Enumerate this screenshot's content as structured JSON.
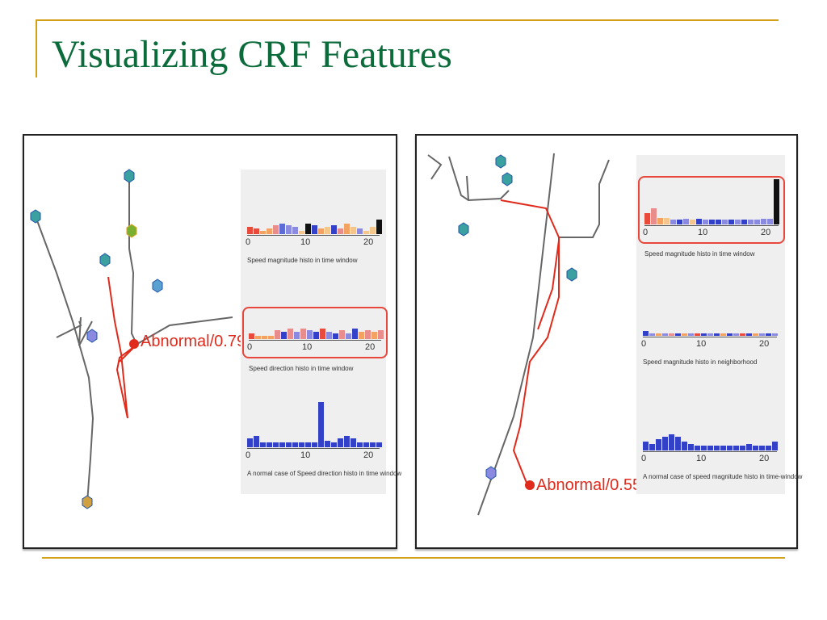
{
  "title": "Visualizing CRF Features",
  "left_panel": {
    "label": "Abnormal/0.79",
    "histograms": [
      {
        "caption": "Speed magnitude histo in time window",
        "ticks": [
          "0",
          "10",
          "20"
        ],
        "highlighted": false,
        "values": [
          0.4,
          0.3,
          0.2,
          0.3,
          0.5,
          0.6,
          0.5,
          0.4,
          0.2,
          0.6,
          0.5,
          0.3,
          0.4,
          0.5,
          0.3,
          0.6,
          0.4,
          0.3,
          0.2,
          0.4,
          0.8
        ],
        "colors": [
          "#e84b3c",
          "#e84b3c",
          "#f4a261",
          "#f4a261",
          "#e88c8c",
          "#5b6cd6",
          "#8a8ae0",
          "#8a8ae0",
          "#f4c68c",
          "#111",
          "#3341c9",
          "#f4a261",
          "#f4c68c",
          "#3341c9",
          "#e88c8c",
          "#f4a261",
          "#f4c68c",
          "#8a8ae0",
          "#f4c68c",
          "#f4c68c",
          "#111"
        ]
      },
      {
        "caption": "Speed direction histo in time window",
        "ticks": [
          "0",
          "10",
          "20"
        ],
        "highlighted": true,
        "values": [
          0.3,
          0.2,
          0.2,
          0.2,
          0.5,
          0.4,
          0.6,
          0.4,
          0.6,
          0.5,
          0.4,
          0.6,
          0.4,
          0.3,
          0.5,
          0.3,
          0.6,
          0.4,
          0.5,
          0.4,
          0.5
        ],
        "colors": [
          "#e84b3c",
          "#f4a261",
          "#f4a261",
          "#f4a261",
          "#e88c8c",
          "#3341c9",
          "#e88c8c",
          "#8a8ae0",
          "#e88c8c",
          "#8a8ae0",
          "#3341c9",
          "#e84b3c",
          "#8a8ae0",
          "#3341c9",
          "#e88c8c",
          "#8a8ae0",
          "#3341c9",
          "#f4a261",
          "#e88c8c",
          "#f4a261",
          "#e88c8c"
        ]
      },
      {
        "caption": "A normal case of Speed direction histo in time window",
        "ticks": [
          "0",
          "10",
          "20"
        ],
        "highlighted": false,
        "values": [
          0.2,
          0.25,
          0.1,
          0.1,
          0.1,
          0.1,
          0.1,
          0.1,
          0.1,
          0.1,
          0.1,
          1.0,
          0.15,
          0.1,
          0.2,
          0.25,
          0.2,
          0.1,
          0.1,
          0.1,
          0.1
        ],
        "colors": [
          "#3341c9",
          "#3341c9",
          "#3341c9",
          "#3341c9",
          "#3341c9",
          "#3341c9",
          "#3341c9",
          "#3341c9",
          "#3341c9",
          "#3341c9",
          "#3341c9",
          "#3341c9",
          "#3341c9",
          "#3341c9",
          "#3341c9",
          "#3341c9",
          "#3341c9",
          "#3341c9",
          "#3341c9",
          "#3341c9",
          "#3341c9"
        ]
      }
    ]
  },
  "right_panel": {
    "label": "Abnormal/0.55",
    "histograms": [
      {
        "caption": "Speed magnitude histo in time window",
        "ticks": [
          "0",
          "10",
          "20"
        ],
        "highlighted": true,
        "values": [
          0.25,
          0.35,
          0.15,
          0.15,
          0.1,
          0.1,
          0.12,
          0.1,
          0.12,
          0.1,
          0.1,
          0.1,
          0.1,
          0.1,
          0.1,
          0.1,
          0.1,
          0.1,
          0.12,
          0.12,
          1.0
        ],
        "colors": [
          "#e84b3c",
          "#e88c8c",
          "#f4a261",
          "#f4c68c",
          "#8a8ae0",
          "#3341c9",
          "#8a8ae0",
          "#f4c68c",
          "#3341c9",
          "#8a8ae0",
          "#3341c9",
          "#3341c9",
          "#8a8ae0",
          "#3341c9",
          "#8a8ae0",
          "#3341c9",
          "#8a8ae0",
          "#8a8ae0",
          "#8a8ae0",
          "#8a8ae0",
          "#111"
        ]
      },
      {
        "caption": "Speed magnitude histo in neighborhood",
        "ticks": [
          "0",
          "10",
          "20"
        ],
        "highlighted": false,
        "values": [
          0.25,
          0.1,
          0.1,
          0.1,
          0.1,
          0.1,
          0.1,
          0.1,
          0.1,
          0.1,
          0.1,
          0.1,
          0.1,
          0.1,
          0.1,
          0.1,
          0.1,
          0.1,
          0.1,
          0.1,
          0.1
        ],
        "colors": [
          "#3341c9",
          "#8a8ae0",
          "#f4a261",
          "#8a8ae0",
          "#e88c8c",
          "#3341c9",
          "#f4a261",
          "#8a8ae0",
          "#e84b3c",
          "#3341c9",
          "#8a8ae0",
          "#3341c9",
          "#f4a261",
          "#3341c9",
          "#8a8ae0",
          "#e84b3c",
          "#3341c9",
          "#f4a261",
          "#8a8ae0",
          "#3341c9",
          "#8a8ae0"
        ]
      },
      {
        "caption": "A normal case of speed magnitude histo in time-window",
        "ticks": [
          "0",
          "10",
          "20"
        ],
        "highlighted": false,
        "values": [
          0.2,
          0.15,
          0.25,
          0.3,
          0.35,
          0.3,
          0.2,
          0.15,
          0.1,
          0.1,
          0.1,
          0.1,
          0.1,
          0.1,
          0.1,
          0.1,
          0.15,
          0.1,
          0.1,
          0.1,
          0.2
        ],
        "colors": [
          "#3341c9",
          "#3341c9",
          "#3341c9",
          "#3341c9",
          "#3341c9",
          "#3341c9",
          "#3341c9",
          "#3341c9",
          "#3341c9",
          "#3341c9",
          "#3341c9",
          "#3341c9",
          "#3341c9",
          "#3341c9",
          "#3341c9",
          "#3341c9",
          "#3341c9",
          "#3341c9",
          "#3341c9",
          "#3341c9",
          "#3341c9"
        ]
      }
    ]
  },
  "colors": {
    "title": "#0b6b3a",
    "rule": "#d4a017",
    "trajectory": "#e02a1c",
    "path": "#666666"
  }
}
